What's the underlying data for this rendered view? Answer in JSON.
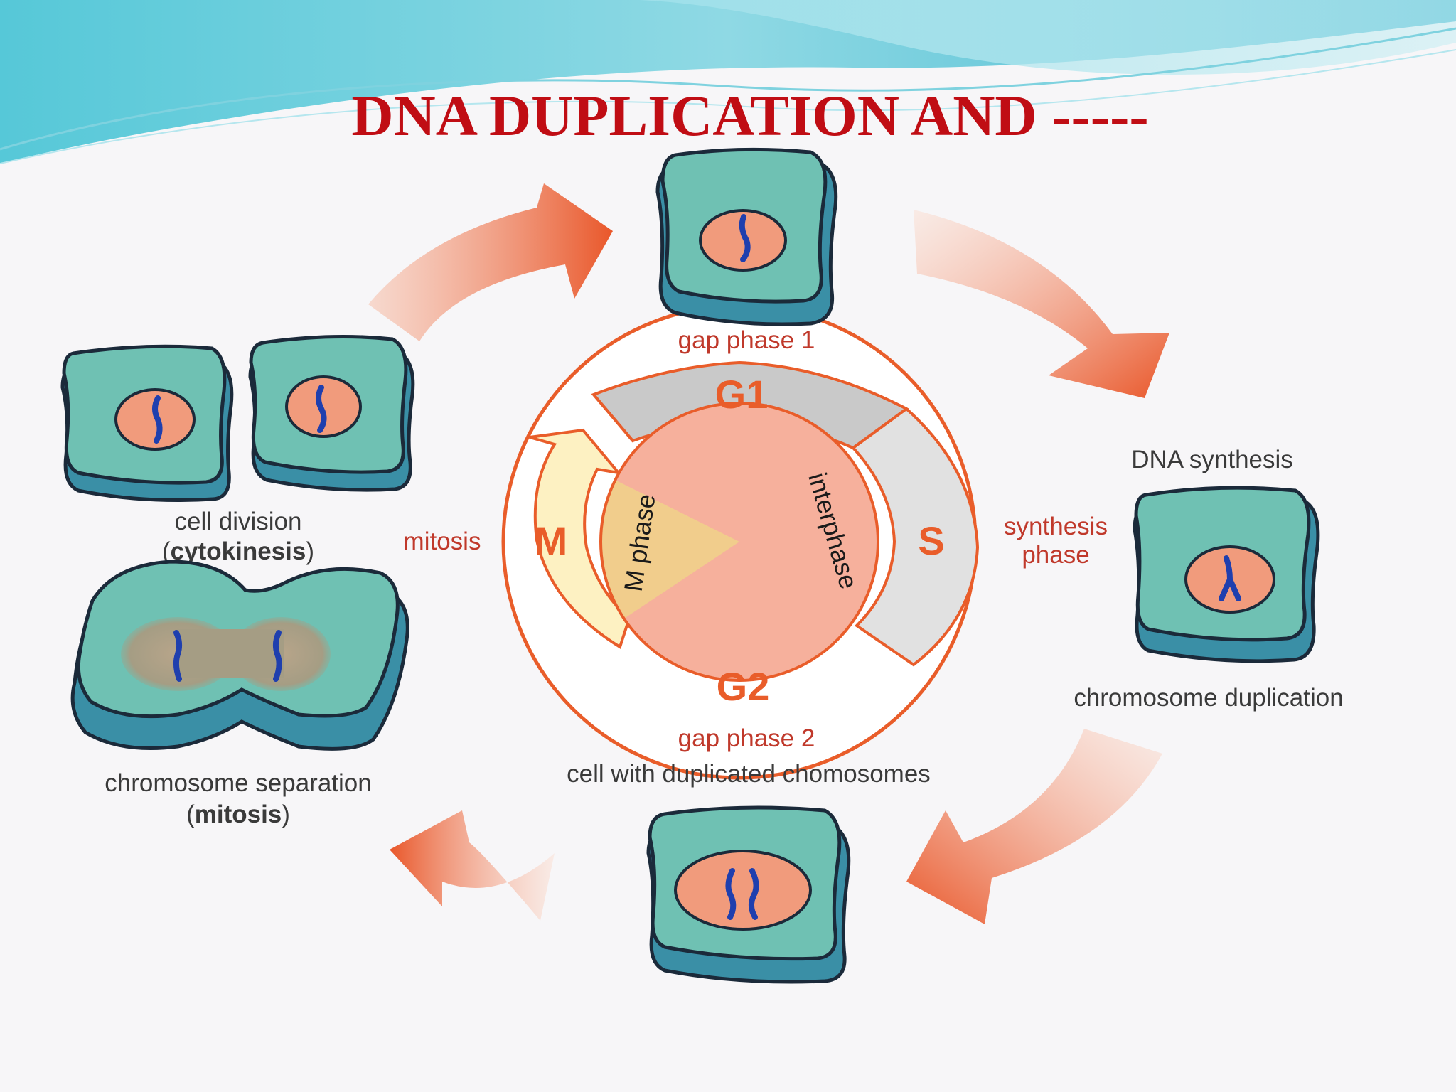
{
  "slide": {
    "title": "DNA DUPLICATION AND -----"
  },
  "cycle": {
    "phases": {
      "g1": {
        "letter": "G1",
        "caption": "gap phase 1"
      },
      "s": {
        "letter": "S",
        "caption_line1": "synthesis",
        "caption_line2": "phase"
      },
      "g2": {
        "letter": "G2",
        "caption": "gap phase 2"
      },
      "m": {
        "letter": "M",
        "caption": "mitosis"
      }
    },
    "inner": {
      "m_phase": "M phase",
      "interphase": "interphase"
    }
  },
  "steps": {
    "dna_synthesis": "DNA synthesis",
    "chromosome_duplication": "chromosome duplication",
    "duplicated": "cell with duplicated chomosomes",
    "separation_line1": "chromosome separation",
    "separation_bold": "mitosis",
    "division_line1": "cell division",
    "division_bold": "cytokinesis"
  },
  "colors": {
    "title": "#c00d14",
    "arrow": "#e95d2a",
    "cell_top": "#6fc1b3",
    "cell_side": "#3a8fa6",
    "nucleus": "#f19b7c",
    "chromosome": "#1f3fae",
    "interphase_fill": "#f6b09c",
    "m_phase_fill": "#f1cd8c"
  }
}
